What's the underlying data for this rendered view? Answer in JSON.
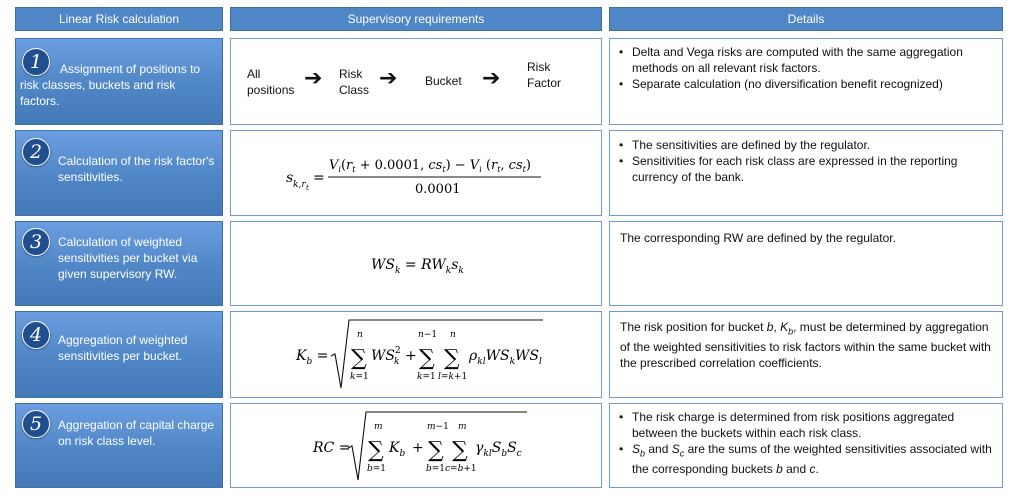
{
  "headers": {
    "col1": "Linear Risk calculation",
    "col2": "Supervisory requirements",
    "col3": "Details"
  },
  "rows": [
    {
      "number": "1",
      "step_text": "Assignment of positions to risk classes, buckets and risk factors.",
      "flow": [
        "All positions",
        "Risk Class",
        "Bucket",
        "Risk Factor"
      ],
      "details": [
        "Delta and Vega risks are computed with the same aggregation methods on all relevant risk factors.",
        "Separate calculation (no diversification benefit recognized)"
      ]
    },
    {
      "number": "2",
      "step_text": "Calculation of the risk factor's sensitivities.",
      "formula": "s_{k,r_t} = (V_i(r_t + 0.0001, cs_t) − V_i(r_t, cs_t)) / 0.0001",
      "details": [
        "The sensitivities are defined by the regulator.",
        "Sensitivities for each risk class are expressed in the reporting currency of the bank."
      ]
    },
    {
      "number": "3",
      "step_text": "Calculation of weighted sensitivities per bucket via given supervisory RW.",
      "formula": "WS_k = RW_k s_k",
      "details_text": "The corresponding RW are defined by the regulator."
    },
    {
      "number": "4",
      "step_text": "Aggregation of weighted sensitivities per bucket.",
      "formula": "K_b = sqrt( Σ_{k=1}^{n} WS_k^2 + Σ_{k=1}^{n−1} Σ_{l=k+1}^{n} ρ_{kl} WS_k WS_l )",
      "details_text_parts": [
        "The risk position for bucket ",
        "b",
        ", ",
        "K",
        "b",
        ", must be determined by aggregation of the weighted sensitivities to risk factors within the same bucket with the prescribed correlation coefficients."
      ]
    },
    {
      "number": "5",
      "step_text": "Aggregation of capital charge on risk class level.",
      "formula": "RC = sqrt( Σ_{b=1}^{m} K_b + Σ_{b=1}^{m−1} Σ_{c=b+1}^{m} γ_{kl} S_b S_c )",
      "details_1": "The risk charge is determined from risk positions aggregated between the buckets within each risk class.",
      "details_2_parts": [
        "S",
        "b",
        " and ",
        "S",
        "c",
        " are the sums of the weighted sensitivities associated with the corresponding buckets ",
        "b",
        " and ",
        "c",
        "."
      ]
    }
  ]
}
